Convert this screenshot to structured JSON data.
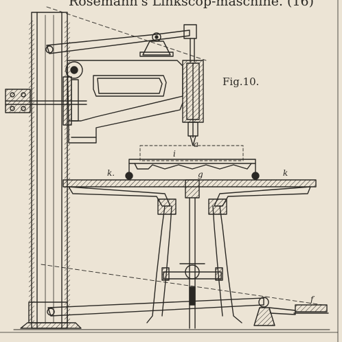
{
  "header": {
    "caption": "Rosemann's Linkscop-maschine. (16)"
  },
  "figure": {
    "label": "Fig.10."
  },
  "labels": {
    "a": "a",
    "i": "i",
    "k_left": "k.",
    "k_right": "k",
    "g": "g",
    "f": "f"
  },
  "colors": {
    "paper": "#ece4d5",
    "ink": "#2a2824"
  }
}
